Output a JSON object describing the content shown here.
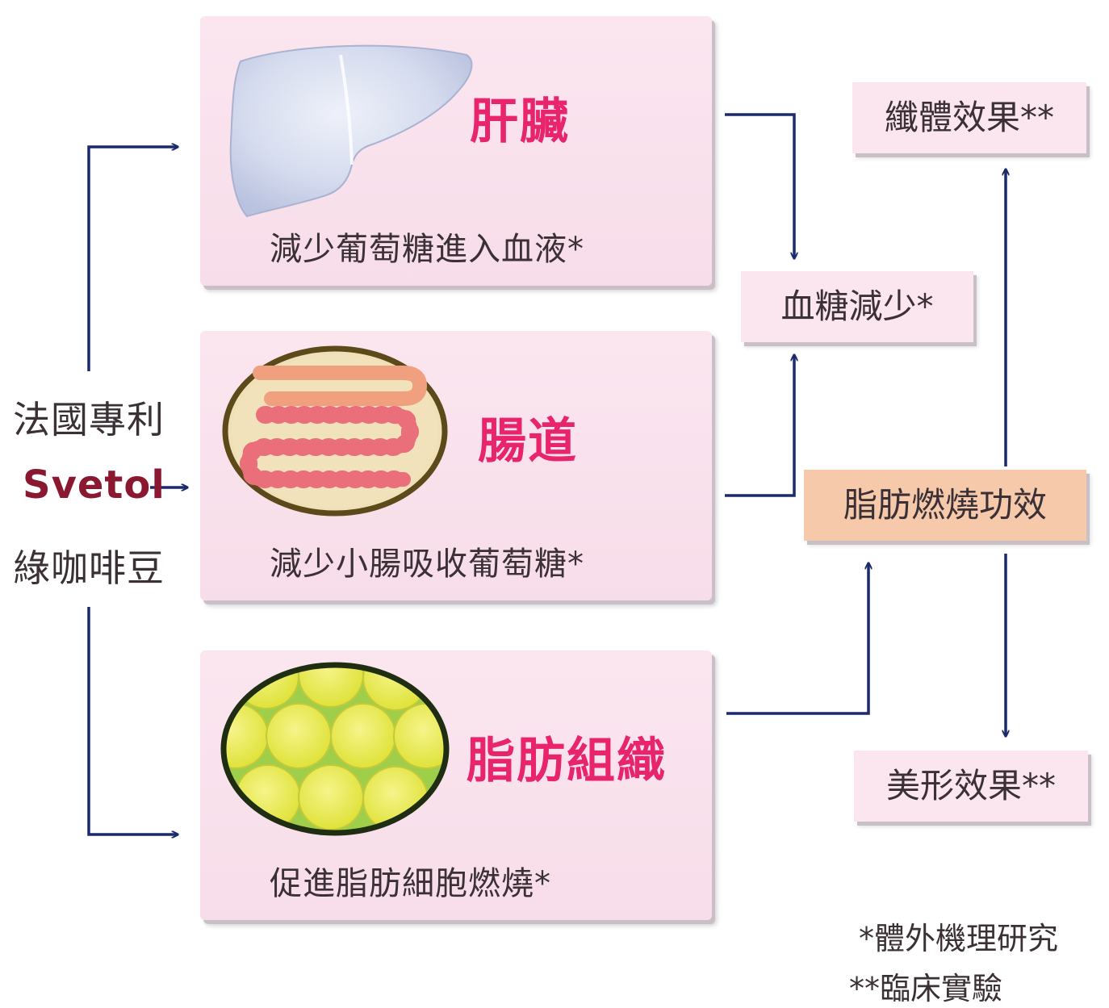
{
  "source": {
    "line1": "法國專利",
    "brand": "Svetol",
    "line3": "綠咖啡豆"
  },
  "organs": [
    {
      "title": "肝臟",
      "desc": "減少葡萄糖進入血液*",
      "icon": "liver-icon"
    },
    {
      "title": "腸道",
      "desc": "減少小腸吸收葡萄糖*",
      "icon": "intestine-icon"
    },
    {
      "title": "脂肪組織",
      "desc": "促進脂肪細胞燃燒*",
      "icon": "fat-cells-icon"
    }
  ],
  "effects": {
    "slim": "纖體效果**",
    "blood_sugar": "血糖減少*",
    "fat_burn": "脂肪燃燒功效",
    "shape": "美形效果**"
  },
  "notes": {
    "in_vitro": "*體外機理研究",
    "clinical": "**臨床實驗"
  },
  "colors": {
    "arrow": "#1b2a6b",
    "title_pink": "#e8246c",
    "brand_red": "#8a1830",
    "card_pink": "#fbe6f0",
    "fat_burn_box": "#f6c9ab"
  }
}
